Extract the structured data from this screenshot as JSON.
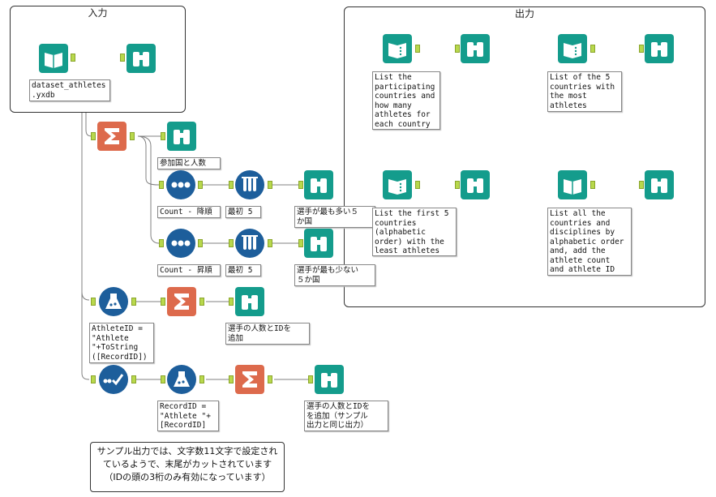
{
  "containers": {
    "input_title": "入力",
    "output_title": "出力"
  },
  "annotations": {
    "dataset": "dataset_athletes\n.yxdb",
    "country_count": "参加国と人数",
    "count_desc": "Count - 降順",
    "first5_a": "最初 5",
    "most5": "選手が最も多い５\nか国",
    "count_asc": "Count - 昇順",
    "first5_b": "最初 5",
    "least5": "選手が最も少ない\n５か国",
    "athlete_formula": "AthleteID =\n\"Athlete\n\"+ToString\n([RecordID])",
    "athlete_added": "選手の人数とIDを\n追加",
    "record_formula": "RecordID =\n\"Athlete \"+\n[RecordID]",
    "athlete_added_sample": "選手の人数とIDを\nを追加（サンプル\n出力と同じ出力）",
    "out_list_countries": "List the\nparticipating\ncountries and\nhow many\nathletes for\neach country",
    "out_top5": "List of the 5\ncountries with\nthe most\nathletes",
    "out_first5": "List the first 5\ncountries\n(alphabetic\norder) with the\nleast athletes",
    "out_all": "List all the\ncountries and\ndisciplines by\nalphabetic order\nand, add the\nathlete count\nand athlete ID"
  },
  "comment": {
    "text": "サンプル出力では、文字数11文字で設定され\nているようで、末尾がカットされています\n（IDの頭の3桁のみ有効になっています）"
  },
  "colors": {
    "teal": "#149c8c",
    "orange": "#dd6a4c",
    "blue": "#1d5e9b",
    "anchor": "#b8d84c"
  }
}
